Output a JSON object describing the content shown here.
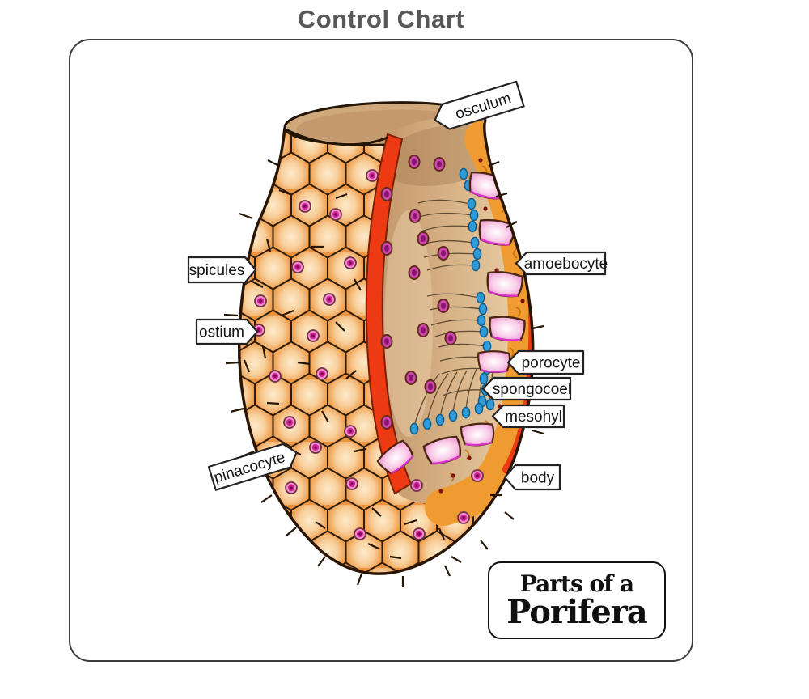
{
  "title": "Control Chart",
  "caption": {
    "line1": "Parts of a",
    "line2": "Porifera"
  },
  "labels": {
    "osculum": "osculum",
    "spicules": "spicules",
    "ostium": "ostium",
    "pinacocyte": "pinacocyte",
    "amoebocyte": "amoebocyte",
    "porocyte": "porocyte",
    "spongocoel": "spongocoel",
    "mesohyl": "mesohyl",
    "body": "body"
  },
  "colors": {
    "title_gray": "#58585B",
    "wall_orange": "#EC9440",
    "hex_line": "#2E1C08",
    "cut_red": "#EE3A12",
    "cavity_tan": "#D3A878",
    "mesohyl_orange": "#F09B30",
    "porocyte_pink": "#F6B9DF",
    "choanocyte_blue": "#2F9BD8",
    "pore_magenta": "#D01E96",
    "frame_border": "#3C3C3C"
  }
}
